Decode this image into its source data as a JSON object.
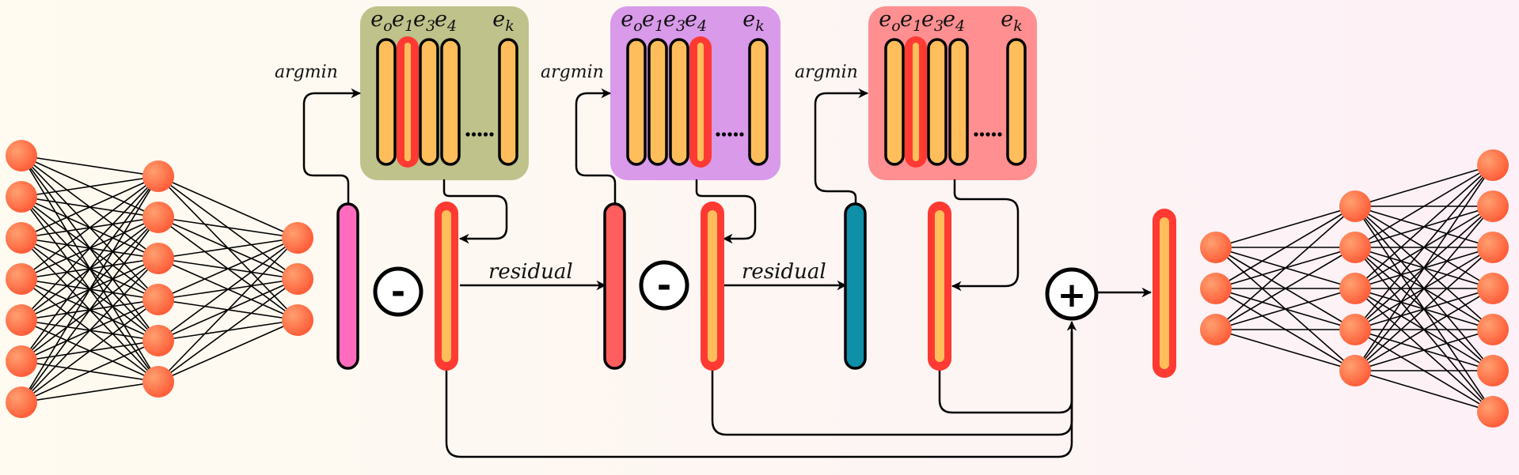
{
  "colors": {
    "neuron": "#ff6a3d",
    "codebook_1": "#bfc28b",
    "codebook_2": "#d99aea",
    "codebook_3": "#ff8f90",
    "code_vector": "#ffbe5b",
    "selected": "#ff3a33",
    "input_vector": "#ff6bbd",
    "residual_1_vector": "#ff5e5e",
    "residual_2_vector": "#0f8fa8"
  },
  "encoder_layers": [
    7,
    6,
    3
  ],
  "decoder_layers": [
    3,
    5,
    7
  ],
  "labels": {
    "argmin": "argmin",
    "residual": "residual",
    "subtract": "-",
    "add": "+"
  },
  "codebooks": [
    {
      "color_key": "codebook_1",
      "selected_index": 1,
      "headers": {
        "e0": "e",
        "e0_sub": "o",
        "e1": "e",
        "e1_sub": "1",
        "e3": "e",
        "e3_sub": "3",
        "e4": "e",
        "e4_sub": "4",
        "ek": "e",
        "ek_sub": "k"
      }
    },
    {
      "color_key": "codebook_2",
      "selected_index": 3,
      "headers": {
        "e0": "e",
        "e0_sub": "o",
        "e1": "e",
        "e1_sub": "1",
        "e3": "e",
        "e3_sub": "3",
        "e4": "e",
        "e4_sub": "4",
        "ek": "e",
        "ek_sub": "k"
      }
    },
    {
      "color_key": "codebook_3",
      "selected_index": 1,
      "headers": {
        "e0": "e",
        "e0_sub": "o",
        "e1": "e",
        "e1_sub": "1",
        "e3": "e",
        "e3_sub": "3",
        "e4": "e",
        "e4_sub": "4",
        "ek": "e",
        "ek_sub": "k"
      }
    }
  ]
}
